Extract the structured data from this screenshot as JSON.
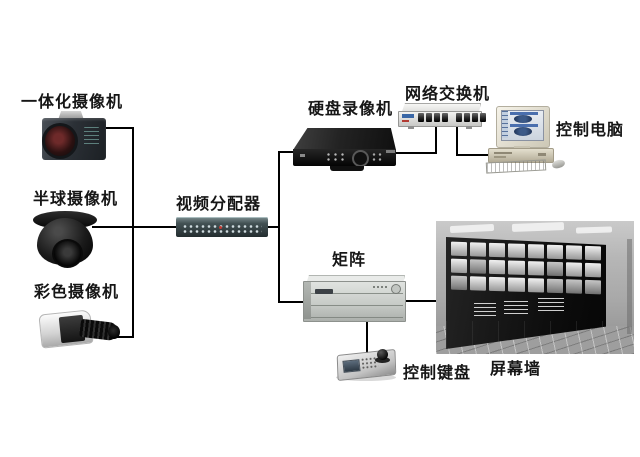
{
  "diagram": {
    "type": "security-monitoring-topology",
    "background_color": "#ffffff",
    "line_color": "#000000",
    "label_color": "#161616",
    "nodes": {
      "integrated_camera": {
        "label": "一体化摄像机",
        "device": "box-camera"
      },
      "dome_camera": {
        "label": "半球摄像机",
        "device": "dome-camera"
      },
      "color_camera": {
        "label": "彩色摄像机",
        "device": "bullet-camera"
      },
      "video_distributor": {
        "label": "视频分配器",
        "device": "rack-distributor"
      },
      "dvr": {
        "label": "硬盘录像机",
        "device": "hard-disk-recorder"
      },
      "network_switch": {
        "label": "网络交换机",
        "device": "ethernet-switch"
      },
      "control_pc": {
        "label": "控制电脑",
        "device": "desktop-computer"
      },
      "matrix": {
        "label": "矩阵",
        "device": "matrix-switcher"
      },
      "control_keyboard": {
        "label": "控制键盘",
        "device": "joystick-keyboard"
      },
      "screen_wall": {
        "label": "屏幕墙",
        "device": "monitor-wall-photo"
      }
    },
    "edges": [
      {
        "from": "integrated_camera",
        "to": "video_distributor"
      },
      {
        "from": "dome_camera",
        "to": "video_distributor"
      },
      {
        "from": "color_camera",
        "to": "video_distributor"
      },
      {
        "from": "video_distributor",
        "to": "dvr"
      },
      {
        "from": "video_distributor",
        "to": "matrix"
      },
      {
        "from": "dvr",
        "to": "network_switch"
      },
      {
        "from": "network_switch",
        "to": "control_pc"
      },
      {
        "from": "matrix",
        "to": "screen_wall"
      },
      {
        "from": "matrix",
        "to": "control_keyboard"
      }
    ]
  }
}
